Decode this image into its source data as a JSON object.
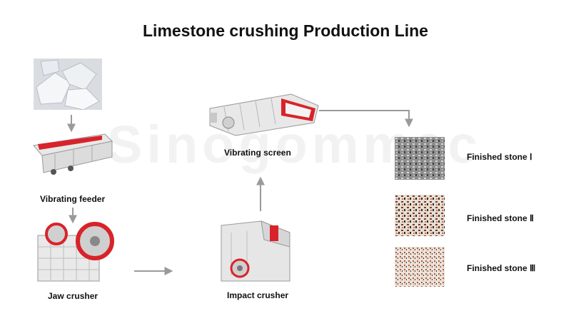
{
  "title": "Limestone crushing Production Line",
  "watermark": "Sinogommec",
  "nodes": {
    "vibrating_feeder": "Vibrating feeder",
    "jaw_crusher": "Jaw crusher",
    "impact_crusher": "Impact crusher",
    "vibrating_screen": "Vibrating screen"
  },
  "outputs": [
    {
      "label": "Finished stone Ⅰ"
    },
    {
      "label": "Finished stone Ⅱ"
    },
    {
      "label": "Finished stone Ⅲ"
    }
  ],
  "colors": {
    "arrow": "#9a9a9a",
    "machine_red": "#d8232a",
    "machine_body": "#e6e6e6"
  }
}
